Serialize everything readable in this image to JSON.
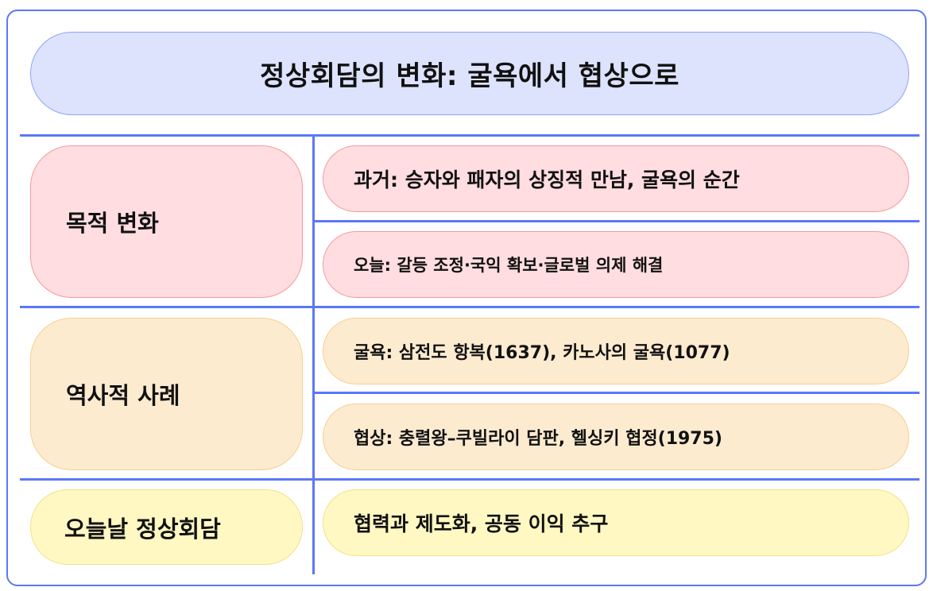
{
  "title": "정상회담의 변화: 굴욕에서 협상으로",
  "colors": {
    "frame_border": "#5b78f7",
    "title_fill": "#dde3fd",
    "purpose_fill": "#ffdde0",
    "history_fill": "#fdebd0",
    "today_fill": "#fff8c2"
  },
  "rows": [
    {
      "category": "목적 변화",
      "items": [
        "과거: 승자와 패자의 상징적 만남, 굴욕의 순간",
        "오늘: 갈등 조정·국익 확보·글로벌 의제 해결"
      ]
    },
    {
      "category": "역사적 사례",
      "items": [
        "굴욕: 삼전도 항복(1637), 카노사의 굴욕(1077)",
        "협상: 충렬왕–쿠빌라이 담판, 헬싱키 협정(1975)"
      ]
    },
    {
      "category": "오늘날 정상회담",
      "items": [
        "협력과 제도화, 공동 이익 추구"
      ]
    }
  ]
}
